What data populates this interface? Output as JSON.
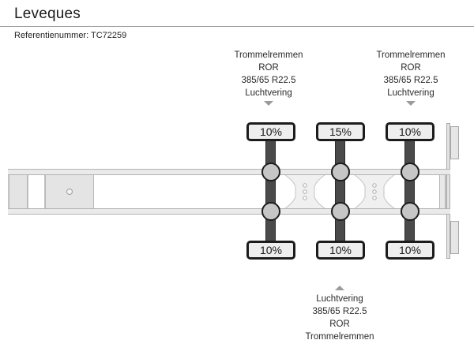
{
  "header": {
    "title": "Leveques",
    "reference": "Referentienummer: TC72259"
  },
  "diagram": {
    "type": "trailer-axle-schematic",
    "labels": {
      "top_left": {
        "line1": "Trommelremmen",
        "line2": "ROR",
        "line3": "385/65 R22.5",
        "line4": "Luchtvering",
        "arrow": "triangle-down-icon"
      },
      "top_right": {
        "line1": "Trommelremmen",
        "line2": "ROR",
        "line3": "385/65 R22.5",
        "line4": "Luchtvering",
        "arrow": "triangle-down-icon"
      },
      "bottom_center": {
        "arrow": "triangle-up-icon",
        "line1": "Luchtvering",
        "line2": "385/65 R22.5",
        "line3": "ROR",
        "line4": "Trommelremmen"
      }
    },
    "badges": {
      "top": [
        "10%",
        "15%",
        "10%"
      ],
      "bottom": [
        "10%",
        "10%",
        "10%"
      ]
    },
    "colors": {
      "axle": "#4a4a4a",
      "hub_fill": "#c6c6c6",
      "hub_border": "#1c1c1c",
      "badge_fill": "#eeeeee",
      "badge_border": "#1c1c1c",
      "chassis_fill": "#eaeaea",
      "chassis_border": "#b4b4b4",
      "arrow": "#9b9b9b",
      "background": "#ffffff"
    }
  }
}
